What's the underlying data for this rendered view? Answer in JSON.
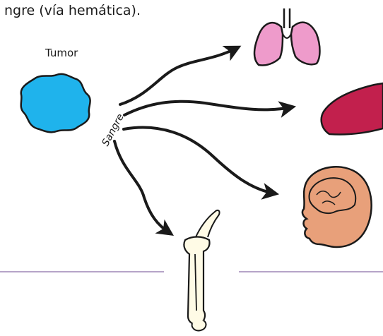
{
  "caption": "ngre (vía hemática).",
  "tumor_label": "Tumor",
  "route_label": "Sangre",
  "colors": {
    "tumor": "#1fb3ec",
    "lungs": "#ee9bcb",
    "liver": "#c2204d",
    "head": "#e8a07a",
    "bone": "#fffbe6",
    "divider": "#9e86b6",
    "outline": "#1a1a1a"
  },
  "icons": [
    "tumor-icon",
    "lungs-icon",
    "liver-icon",
    "head-brain-icon",
    "arm-bone-icon"
  ]
}
